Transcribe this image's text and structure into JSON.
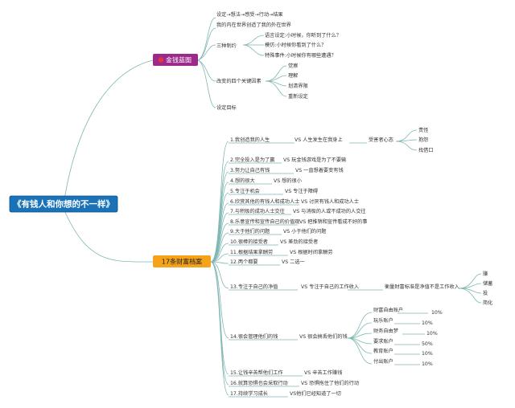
{
  "root": {
    "label": "《有钱人和你想的不一样》",
    "color": "#1a73b8"
  },
  "branch1": {
    "label": "金钱蓝图",
    "color": "#9c2a8c",
    "items": {
      "formula": "设定→想法→感受→行动→结果",
      "inner_outer": "我的内在世界创造了我的外在世界",
      "three_ways": "三种制约",
      "verbal": "语言设定:小时候，你听到了什么？",
      "model": "模仿:小时候你看到了什么？",
      "event": "特殊事件:小时候你有哪些遭遇？",
      "four_factors": "改变的四个关键因素",
      "f1": "觉察",
      "f2": "理解",
      "f3": "划清界限",
      "f4": "重新设定",
      "goal": "设定目标"
    }
  },
  "branch2": {
    "label": "17条财富档案",
    "color": "#f5a31a",
    "items": {
      "r1": "1.我创造我的人生",
      "r1vs": "VS 人生发生在我身上",
      "r1c": "受害者心态",
      "r1c1": "责怪",
      "r1c2": "抱怨",
      "r1c3": "找借口",
      "r2": "2.完全投入是为了赢",
      "r2vs": "VS 玩金钱游戏是为了不要输",
      "r3": "3.努力让自己有钱",
      "r3vs": "VS 一直想着要变有钱",
      "r4": "4.想的很大",
      "r4vs": "VS 想的很小",
      "r5": "5.专注于机会",
      "r5vs": "VS 专注于障碍",
      "r6": "6.欣赏其他的有钱人和成功人士",
      "r6vs": "VS 讨厌有钱人和成功人士",
      "r7": "7.与积极的成功人士交往",
      "r7vs": "VS 与消极的人或不成功的人交往",
      "r8": "8.乐意宣传和宣传自己的价值观",
      "r8vs": "VS 把推销和宣传看成不好的事",
      "r9": "9.大于他们的问题",
      "r9vs": "VS 小于他们的问题",
      "r10": "10.很棒的接受者",
      "r10vs": "VS 差劲的接受者",
      "r11": "11.根据结果拿酬劳",
      "r11vs": "VS 根据时间拿酬劳",
      "r12": "12.两个都要",
      "r12vs": "VS 二选一",
      "r13": "13.专注于自己的净值",
      "r13vs": "VS 专注于自己的工作收入",
      "r13c": "衡量财富标准是净值不是工作收入",
      "r13c1": "赚",
      "r13c2": "储蓄",
      "r13c3": "投",
      "r13c4": "简化",
      "r14": "14.很会管理他们的钱",
      "r14vs": "VS 很会搞丢他们的钱",
      "acc": [
        {
          "name": "财富自由账户",
          "pct": "10%"
        },
        {
          "name": "玩乐账户",
          "pct": "10%"
        },
        {
          "name": "财务自由梦",
          "pct": "10%"
        },
        {
          "name": "要求账户",
          "pct": "50%"
        },
        {
          "name": "教育账户",
          "pct": "10%"
        },
        {
          "name": "付出账户",
          "pct": "10%"
        }
      ],
      "r15": "15.让钱辛苦帮他们工作",
      "r15vs": "VS 辛苦工作赚钱",
      "r16": "16.就算恐惧也会采取行动",
      "r16vs": "VS 恐惧拖住了他们的行动",
      "r17": "17.持续学习成长",
      "r17vs": "VS他们已经知道了一切"
    }
  }
}
